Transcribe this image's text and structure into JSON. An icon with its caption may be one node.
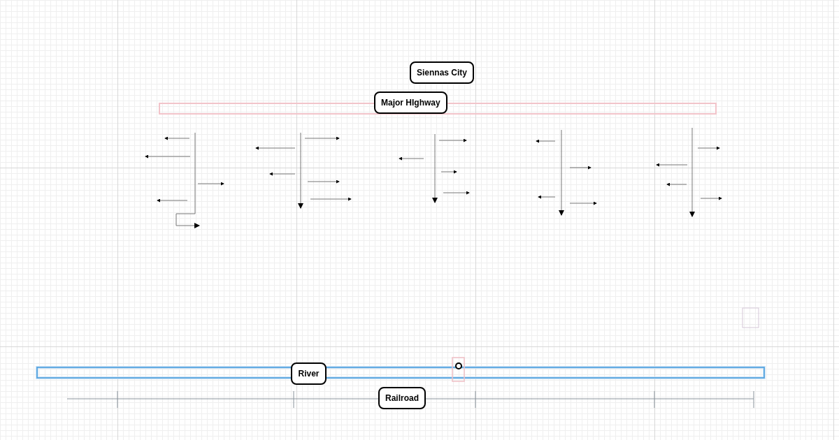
{
  "diagram": {
    "nodes": [
      {
        "text": [
          "Siennas City"
        ]
      },
      {
        "text": [],
        "shape": "bar"
      },
      {
        "text": [
          "Major HIghway"
        ]
      },
      {
        "text": [
          "River"
        ]
      },
      {
        "text": [
          "Railroad"
        ]
      }
    ]
  }
}
